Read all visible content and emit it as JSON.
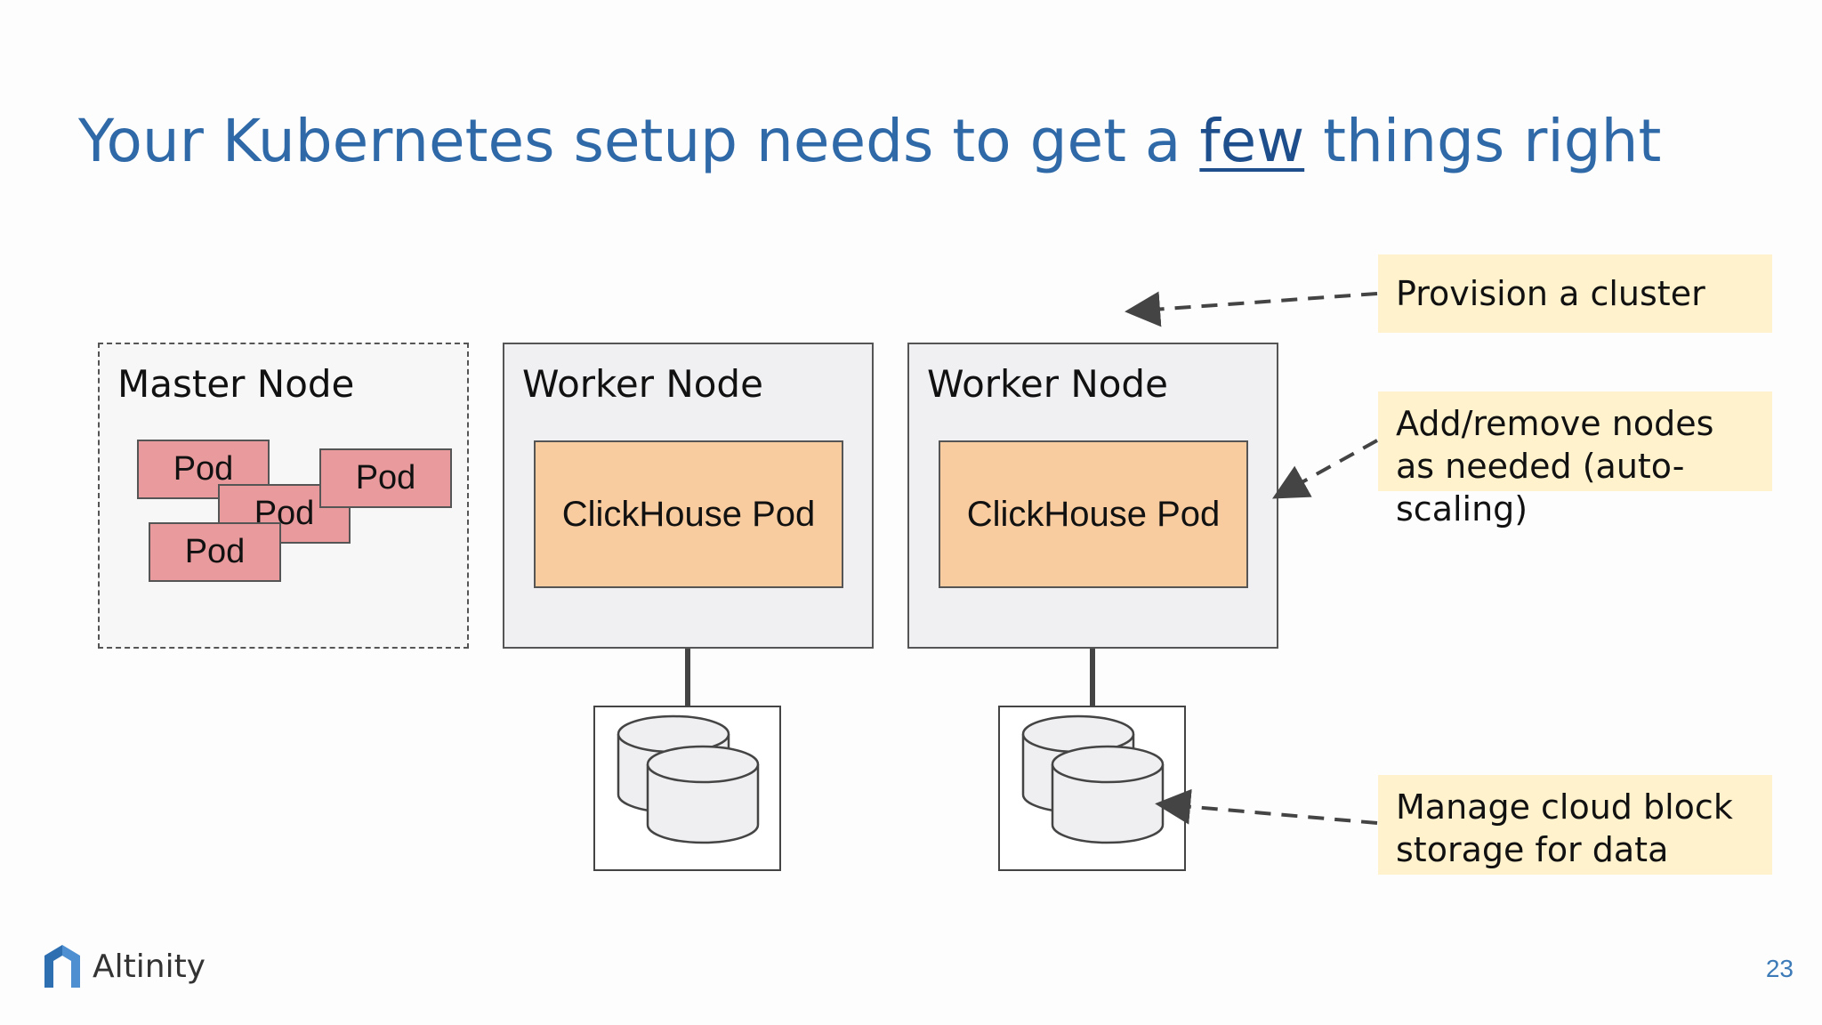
{
  "title": {
    "before": "Your Kubernetes setup needs to get a ",
    "emphasis": "few",
    "after": " things right"
  },
  "master_node": {
    "label": "Master Node",
    "pods": [
      "Pod",
      "Pod",
      "Pod",
      "Pod"
    ]
  },
  "worker_nodes": [
    {
      "label": "Worker Node",
      "pod_label": "ClickHouse Pod"
    },
    {
      "label": "Worker Node",
      "pod_label": "ClickHouse Pod"
    }
  ],
  "callouts": {
    "provision": "Provision a cluster",
    "autoscale": "Add/remove nodes as needed (auto-scaling)",
    "storage": "Manage cloud block storage for data"
  },
  "footer": {
    "logo_text": "Altinity",
    "page_number": "23"
  },
  "colors": {
    "title": "#2f69a8",
    "pod": "#e89a9c",
    "clickhouse_pod": "#f8cc9e",
    "callout": "#fff2cc",
    "worker_bg": "#f0eff2"
  }
}
